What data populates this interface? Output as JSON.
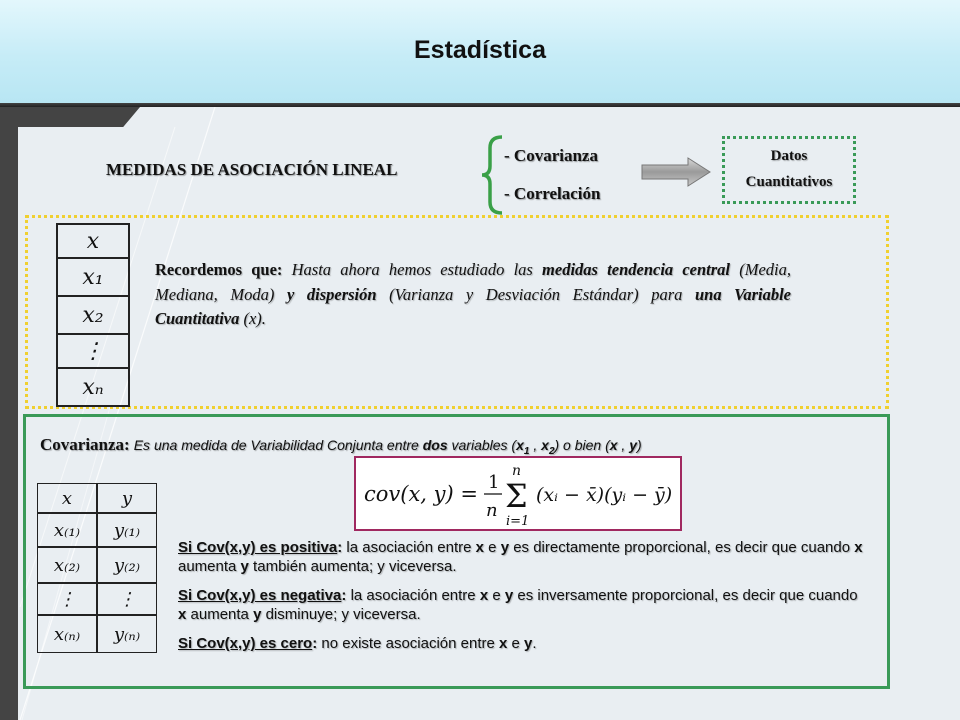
{
  "header": {
    "title": "Estadística"
  },
  "main": {
    "label": "MEDIDAS DE ASOCIACIÓN LINEAL",
    "items": [
      "- Covarianza",
      "- Correlación"
    ],
    "datos_box": [
      "Datos",
      "Cuantitativos"
    ]
  },
  "x_table": [
    "x",
    "x₁",
    "x₂",
    "⋮",
    "xₙ"
  ],
  "recordemos": {
    "label": "Recordemos que:",
    "t1": "Hasta ahora hemos estudiado las",
    "b1": "medidas tendencia central",
    "t2": "(Media, Mediana, Moda)",
    "b2": "y dispersión",
    "t3": "(Varianza y Desviación Estándar) para",
    "b3": "una Variable Cuantitativa",
    "t4": "(x)."
  },
  "covarianza": {
    "label": "Covarianza:",
    "desc1": "Es una medida de Variabilidad Conjunta entre",
    "dos": "dos",
    "desc2": "variables (",
    "x1": "x",
    "sub1": "1",
    "comma": " , ",
    "x2": "x",
    "sub2": "2",
    "desc3": ") o bien (",
    "x": "x",
    "comma2": " , ",
    "y": "y",
    "desc4": ")"
  },
  "formula": {
    "lhs": "cov(x, y) =",
    "frac_num": "1",
    "frac_den": "n",
    "sum_top": "n",
    "sum_bot": "i=1",
    "body": "(xᵢ − x̄)(yᵢ − ȳ)"
  },
  "xy_table": {
    "headers": [
      "x",
      "y"
    ],
    "rows": [
      [
        "x₍₁₎",
        "y₍₁₎"
      ],
      [
        "x₍₂₎",
        "y₍₂₎"
      ],
      [
        "⋮",
        "⋮"
      ],
      [
        "x₍ₙ₎",
        "y₍ₙ₎"
      ]
    ]
  },
  "rules": [
    {
      "head": "Si Cov(x,y) es positiva",
      "colon": ":",
      "t1": " la asociación entre ",
      "x": "x",
      "e": " e ",
      "y": "y",
      "t2": " es directamente proporcional, es decir que cuando ",
      "x2": "x",
      "t3": " aumenta ",
      "y2": "y",
      "t4": " también aumenta; y viceversa."
    },
    {
      "head": "Si Cov(x,y) es negativa",
      "colon": ":",
      "t1": " la asociación entre ",
      "x": "x",
      "e": " e ",
      "y": "y",
      "t2": "  es inversamente proporcional, es decir que cuando ",
      "x2": "x",
      "t3": " aumenta ",
      "y2": "y",
      "t4": " disminuye; y viceversa."
    },
    {
      "head": "Si Cov(x,y) es cero",
      "colon": ":",
      "t1": " no existe asociación entre ",
      "x": "x",
      "e": " e ",
      "y": "y",
      "t2": ".",
      "x2": "",
      "t3": "",
      "y2": "",
      "t4": ""
    }
  ]
}
